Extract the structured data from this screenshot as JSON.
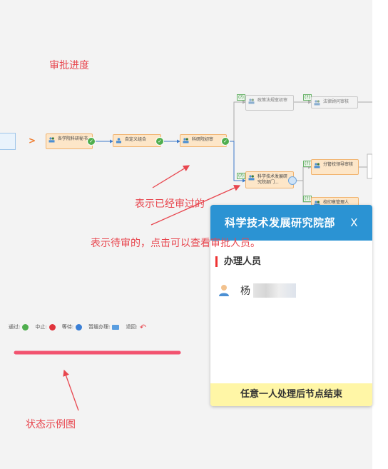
{
  "annotations": {
    "progress_title": "审批进度",
    "approved_note": "表示已经审过的",
    "pending_note": "表示待审的，点击可以查看审批人员。",
    "legend_note": "状态示例图"
  },
  "flow": {
    "nodes": [
      {
        "label": "各学院科研秘书",
        "status": "approved"
      },
      {
        "label": "自定义组合",
        "status": "approved"
      },
      {
        "label": "科研院初审",
        "status": "approved"
      },
      {
        "label": "政策法规室初审",
        "status": "waiting"
      },
      {
        "label": "法律顾问审核",
        "status": "waiting"
      },
      {
        "label": "科学技术发展研究院部门...",
        "status": "pending"
      },
      {
        "label": "分管校领导审核",
        "status": "waiting"
      },
      {
        "label": "校印章管理人",
        "status": "waiting"
      }
    ],
    "tag": "(?)"
  },
  "legend": {
    "items": [
      {
        "label": "通过:",
        "icon": "check-circle-icon",
        "color": "#4fae4e"
      },
      {
        "label": "中止:",
        "icon": "stop-circle-icon",
        "color": "#e0343c"
      },
      {
        "label": "等待:",
        "icon": "clock-icon",
        "color": "#3a7fd6"
      },
      {
        "label": "暂缓办理:",
        "icon": "monitor-icon",
        "color": "#5a9ee0"
      },
      {
        "label": "退回:",
        "icon": "return-arrow-icon",
        "color": "#e8474f"
      }
    ]
  },
  "panel": {
    "title": "科学技术发展研究院部",
    "close": "X",
    "section": "办理人员",
    "person_initial": "杨",
    "footer": "任意一人处理后节点结束"
  },
  "colors": {
    "accent_blue": "#2b93d3",
    "annotation_red": "#e8474f",
    "footer_yellow": "#fff6a6"
  }
}
